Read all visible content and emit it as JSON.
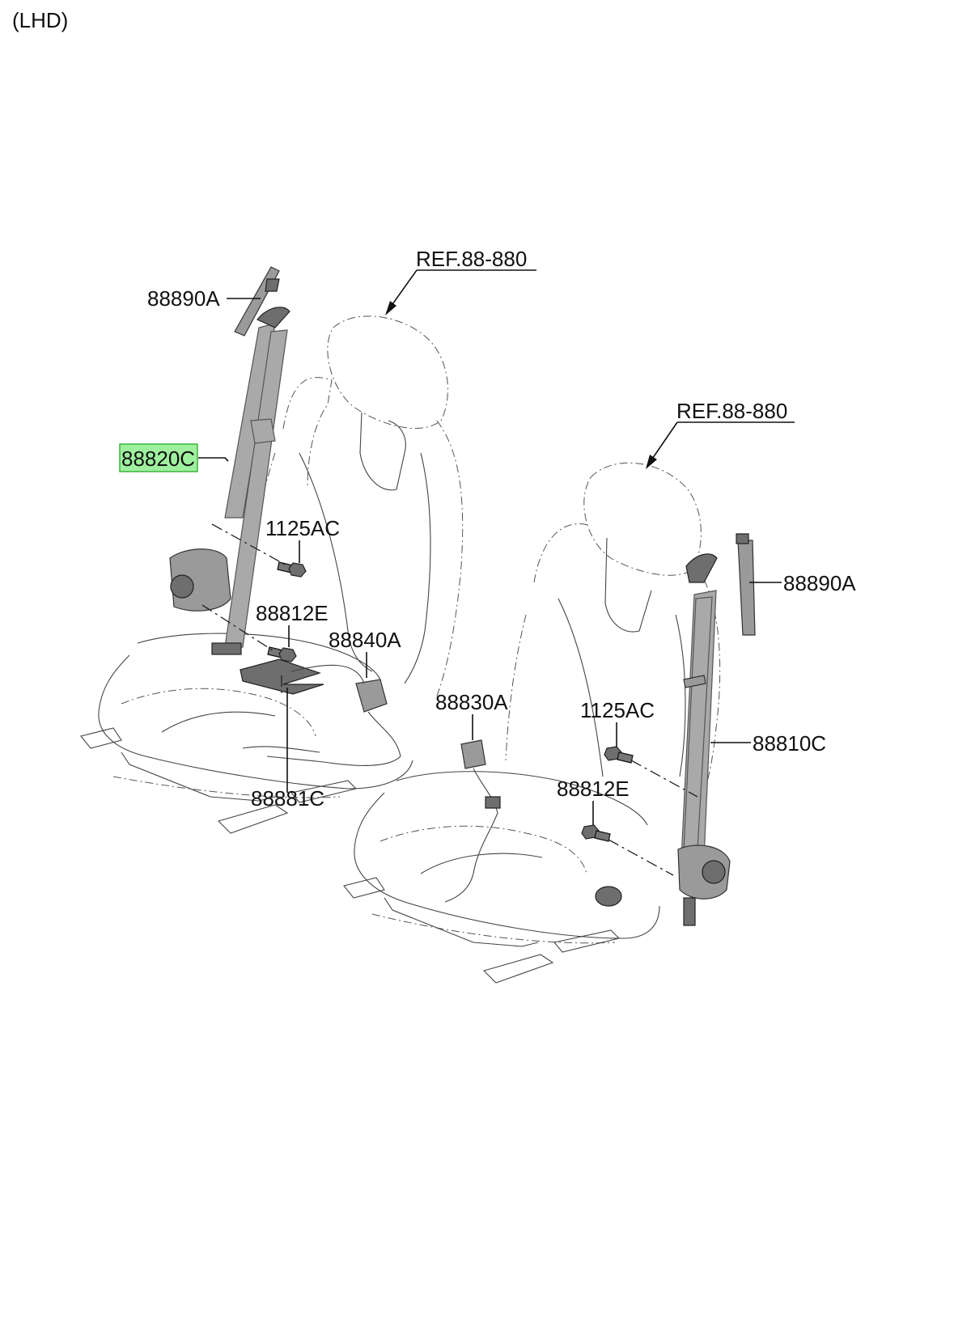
{
  "diagram": {
    "variant_label": "(LHD)",
    "callouts": {
      "ref_left": "REF.88-880",
      "ref_right": "REF.88-880",
      "guide_left": "88890A",
      "guide_right": "88890A",
      "belt_rear_left": "88820C",
      "belt_right": "88810C",
      "bolt_1125_left": "1125AC",
      "bolt_1125_right": "1125AC",
      "bolt_88812_left": "88812E",
      "bolt_88812_right": "88812E",
      "buckle_left": "88840A",
      "buckle_right": "88830A",
      "sensor_pad": "88881C"
    },
    "highlighted_part": "88820C",
    "highlight_color": "#9ef09e",
    "highlight_border": "#3cb43c"
  }
}
